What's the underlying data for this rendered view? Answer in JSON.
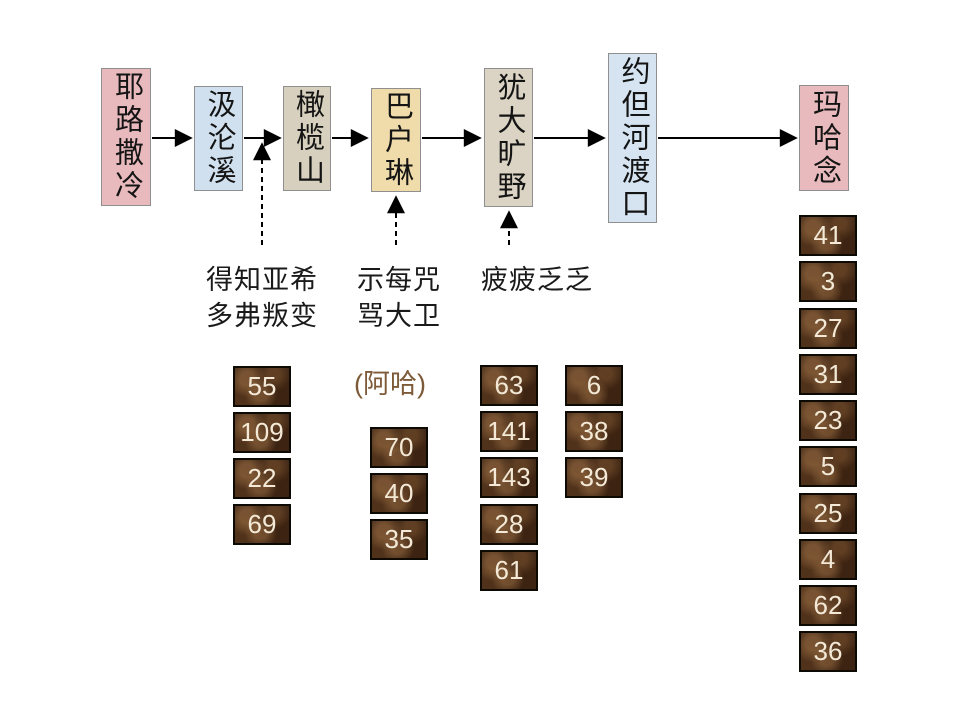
{
  "flow": {
    "locations": [
      {
        "name": "jerusalem",
        "label": "耶路撒冷",
        "color": "#e9babd"
      },
      {
        "name": "kidron-brook",
        "label": "汲沦溪",
        "color": "#d0e0ee"
      },
      {
        "name": "mount-of-olives",
        "label": "橄榄山",
        "color": "#d7d0be"
      },
      {
        "name": "bahurim",
        "label": "巴户琳",
        "color": "#efdcaa"
      },
      {
        "name": "judean-wilderness",
        "label": "犹大旷野",
        "color": "#dbd4c4"
      },
      {
        "name": "jordan-ford",
        "label": "约但河渡口",
        "color": "#d5e4f0"
      },
      {
        "name": "mahanaim",
        "label": "玛哈念",
        "color": "#e9babd"
      }
    ]
  },
  "annotations": {
    "ahithophel": {
      "line1": "得知亚希",
      "line2": "多弗叛变"
    },
    "shimei": {
      "line1": "示每咒",
      "line2": "骂大卫"
    },
    "weary": {
      "text": "疲疲乏乏"
    },
    "aha": {
      "text": "(阿哈)",
      "color": "#7d5a38"
    }
  },
  "psalm_columns": [
    {
      "under": "ahithophel",
      "values": [
        "55",
        "109",
        "22",
        "69"
      ]
    },
    {
      "under": "bahurim",
      "values": [
        "70",
        "40",
        "35"
      ]
    },
    {
      "under": "wilderness-a",
      "values": [
        "63",
        "141",
        "143",
        "28",
        "61"
      ]
    },
    {
      "under": "wilderness-b",
      "values": [
        "6",
        "38",
        "39"
      ]
    },
    {
      "under": "mahanaim",
      "values": [
        "41",
        "3",
        "27",
        "31",
        "23",
        "5",
        "25",
        "4",
        "62",
        "36"
      ]
    }
  ],
  "chip_style": {
    "background": "#3f2716",
    "text_color": "#f3e9d6"
  }
}
